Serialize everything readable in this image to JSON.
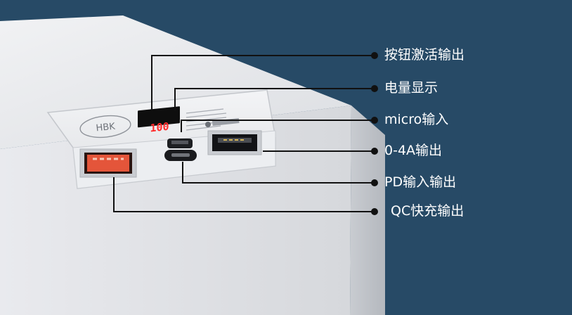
{
  "device": {
    "logo": "HBK",
    "display_reading": "100"
  },
  "callouts": [
    {
      "id": "button",
      "label": "按钮激活输出"
    },
    {
      "id": "display",
      "label": "电量显示"
    },
    {
      "id": "micro",
      "label": "micro输入"
    },
    {
      "id": "usb-a",
      "label": "0-4A输出"
    },
    {
      "id": "pd",
      "label": "PD输入输出"
    },
    {
      "id": "qc",
      "label": "QC快充输出"
    }
  ],
  "colors": {
    "background": "#274a66",
    "display_digits": "#ff2a2a",
    "qc_port": "#e4553a"
  }
}
